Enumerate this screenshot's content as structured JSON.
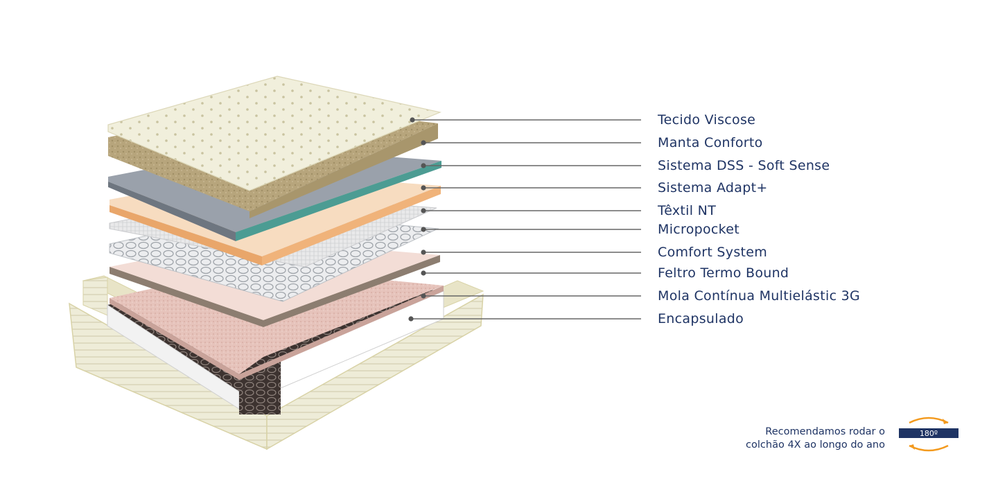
{
  "layers": [
    {
      "label": "Tecido Viscose"
    },
    {
      "label": "Manta Conforto"
    },
    {
      "label": "Sistema DSS - Soft Sense"
    },
    {
      "label": "Sistema Adapt+"
    },
    {
      "label": "Têxtil NT"
    },
    {
      "label": "Micropocket"
    },
    {
      "label": "Comfort System"
    },
    {
      "label": "Feltro Termo Bound"
    },
    {
      "label": "Mola Contínua Multielástic 3G"
    },
    {
      "label": "Encapsulado"
    }
  ],
  "rotation_note": {
    "line1": "Recomendamos rodar o",
    "line2": "colchão 4X ao longo do ano",
    "badge": "180º"
  },
  "colors": {
    "text": "#1f3464",
    "leader_line": "#666666",
    "badge_bg": "#1f3464",
    "arrow": "#f39a1e"
  }
}
